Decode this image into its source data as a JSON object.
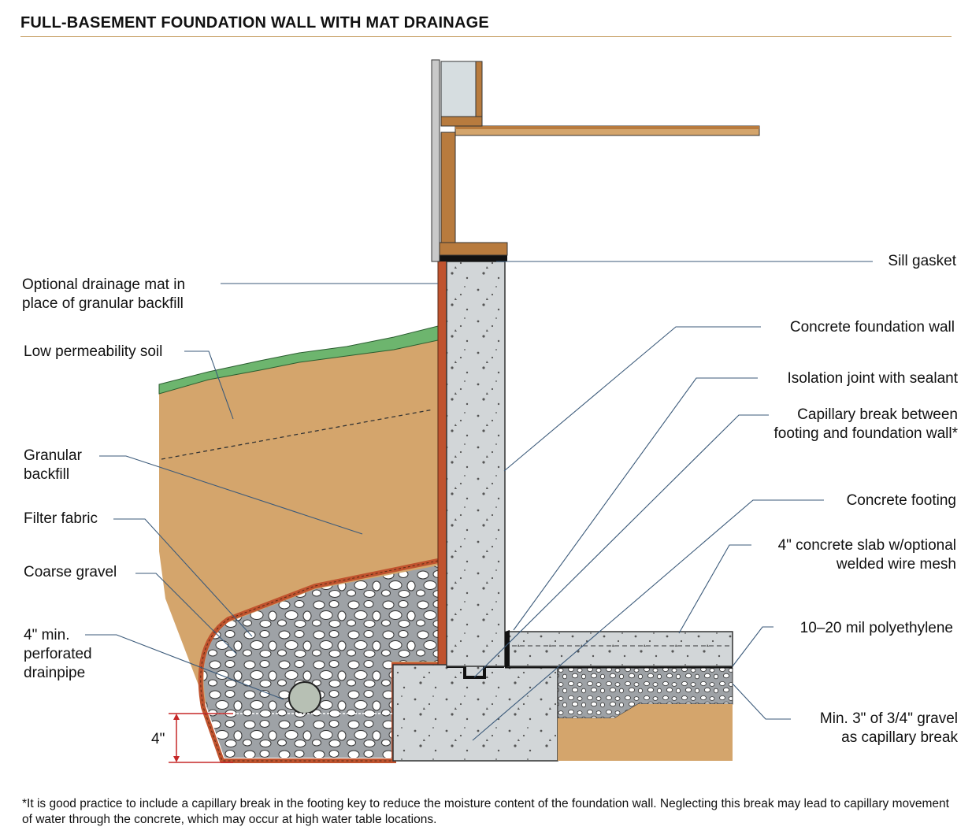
{
  "title": "FULL-BASEMENT FOUNDATION WALL WITH MAT DRAINAGE",
  "labels": {
    "drainage_mat": [
      "Optional drainage mat in",
      "place of granular backfill"
    ],
    "low_perm_soil": [
      "Low permeability soil"
    ],
    "granular_backfill": [
      "Granular",
      "backfill"
    ],
    "filter_fabric": [
      "Filter fabric"
    ],
    "coarse_gravel": [
      "Coarse gravel"
    ],
    "drainpipe": [
      "4\" min.",
      "perforated",
      "drainpipe"
    ],
    "sill_gasket": [
      "Sill gasket"
    ],
    "foundation_wall": [
      "Concrete foundation wall"
    ],
    "isolation_joint": [
      "Isolation joint with sealant"
    ],
    "capillary_break": [
      "Capillary break between",
      "footing and foundation wall*"
    ],
    "footing": [
      "Concrete footing"
    ],
    "slab": [
      "4\" concrete slab w/optional",
      "welded wire mesh"
    ],
    "poly": [
      "10–20 mil polyethylene"
    ],
    "gravel_break": [
      "Min. 3\" of 3/4\" gravel",
      "as capillary break"
    ]
  },
  "dimension": "4\"",
  "footnote": "*It is good practice to include a capillary break in the footing key to reduce the moisture content of the foundation wall. Neglecting this break may lead to capillary movement of water through the concrete, which may occur at high water table locations.",
  "colors": {
    "soil": "#d4a56c",
    "grass": "#6db56e",
    "concrete": "#d2d6d8",
    "gravel": "#9b9fa3",
    "fabric": "#c0532e",
    "wood": "#b87b3e",
    "leader": "#3b5a7a"
  }
}
